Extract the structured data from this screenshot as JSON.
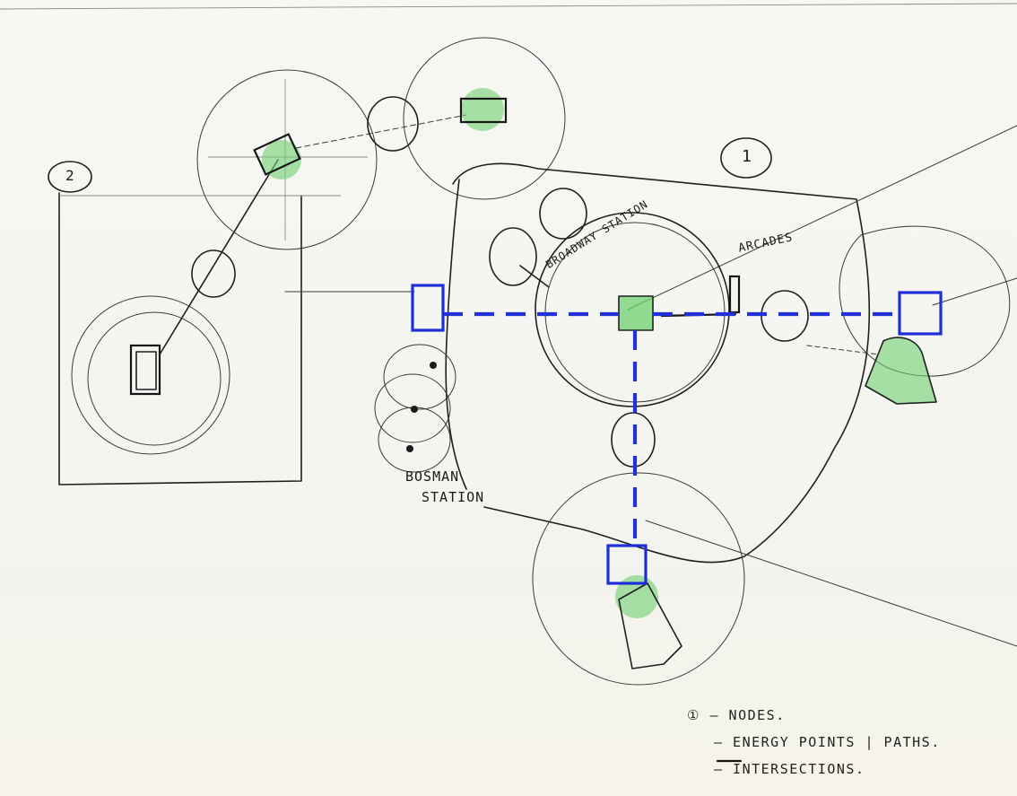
{
  "labels": {
    "node_2": "2",
    "node_1": "1",
    "broadway_station": "BROADWAY STATION",
    "arcades": "ARCADES",
    "bosman": "BOSMAN",
    "station": "STATION"
  },
  "legend": {
    "nodes": "① – NODES.",
    "energy_points": "– ENERGY POINTS | PATHS.",
    "intersections": "— INTERSECTIONS."
  },
  "colors": {
    "ink": "#1f1f1f",
    "energy_green": "#6fd16f",
    "intersection_blue": "#2230d8"
  }
}
